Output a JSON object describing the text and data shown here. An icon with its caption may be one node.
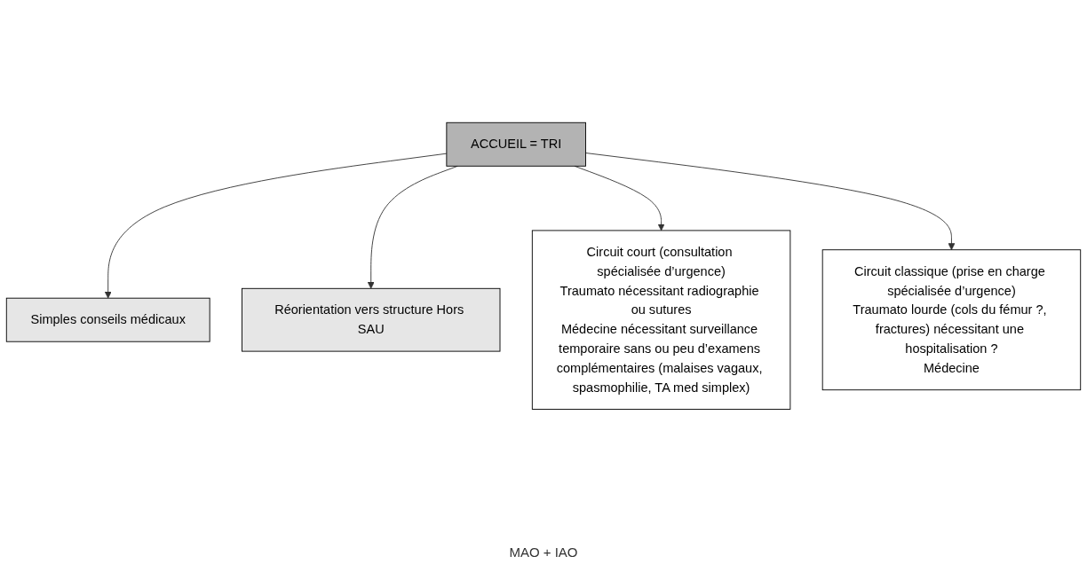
{
  "diagram": {
    "nodes": [
      {
        "text": [
          "ACCUEIL = TRI"
        ]
      },
      {
        "text": [
          "Simples conseils médicaux"
        ]
      },
      {
        "text": [
          "Réorientation vers structure Hors SAU"
        ]
      },
      {
        "text": [
          "Circuit court (consultation spécialisée d’urgence)",
          "Traumato nécessitant radiographie ou sutures",
          "Médecine nécessitant surveillance temporaire sans ou peu d’examens complémentaires (malaises vagaux, spasmophilie, TA med simplex)"
        ]
      },
      {
        "text": [
          "Circuit classique (prise en charge spécialisée d’urgence)",
          "Traumato lourde (cols du fémur ?, fractures) nécessitant une hospitalisation ?",
          "Médecine"
        ]
      }
    ],
    "edges": [
      {
        "from": 0,
        "to": 1,
        "arrow": "to"
      },
      {
        "from": 0,
        "to": 2,
        "arrow": "to"
      },
      {
        "from": 0,
        "to": 3,
        "arrow": "to"
      },
      {
        "from": 0,
        "to": 4,
        "arrow": "to"
      }
    ],
    "labels": [
      "MAO + IAO"
    ]
  }
}
